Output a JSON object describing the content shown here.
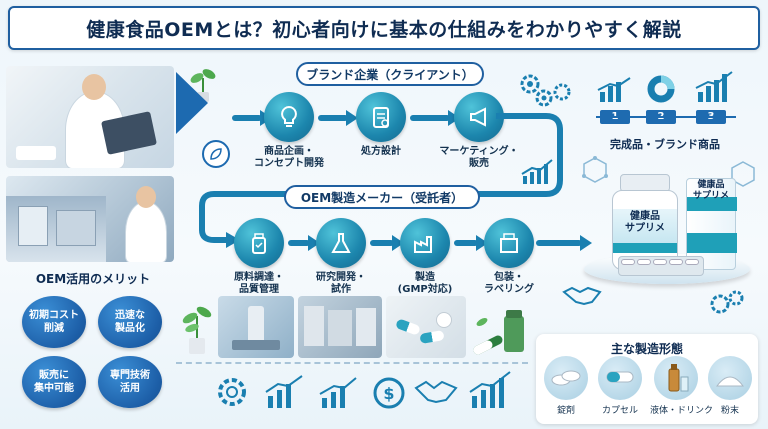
{
  "title": "健康食品OEMとは？初心者向けに基本の仕組みをわかりやすく解説",
  "brand_section": {
    "label": "ブランド企業（クライアント）",
    "steps": [
      {
        "icon": "lightbulb-icon",
        "label": "商品企画・\nコンセプト開発"
      },
      {
        "icon": "clipboard-icon",
        "label": "処方設計"
      },
      {
        "icon": "megaphone-icon",
        "label": "マーケティング・\n販売"
      }
    ]
  },
  "oem_section": {
    "label": "OEM製造メーカー（受託者）",
    "steps": [
      {
        "icon": "bottle-icon",
        "label": "原料調達・\n品質管理"
      },
      {
        "icon": "flask-icon",
        "label": "研究開発・\n試作"
      },
      {
        "icon": "factory-icon",
        "label": "製造\n(GMP対応)"
      },
      {
        "icon": "package-icon",
        "label": "包装・\nラベリング"
      }
    ]
  },
  "merits": {
    "title": "OEM活用のメリット",
    "items": [
      "初期コスト\n削減",
      "迅速な\n製品化",
      "販売に\n集中可能",
      "専門技術\n活用"
    ]
  },
  "final_product": {
    "label": "完成品・ブランド商品",
    "steps": [
      "1",
      "2",
      "3"
    ],
    "bottle_label": "健康品\nサプリメ",
    "box_label": "健康品\nサプリメ"
  },
  "forms": {
    "title": "主な製造形態",
    "items": [
      {
        "icon": "tablet-icon",
        "label": "錠剤"
      },
      {
        "icon": "capsule-icon",
        "label": "カプセル"
      },
      {
        "icon": "liquid-drink-icon",
        "label": "液体・ドリンク"
      },
      {
        "icon": "powder-icon",
        "label": "粉末"
      }
    ]
  },
  "colors": {
    "primary": "#1f5fa0",
    "accent": "#1c86ad",
    "arrow": "#1a7fb0"
  }
}
